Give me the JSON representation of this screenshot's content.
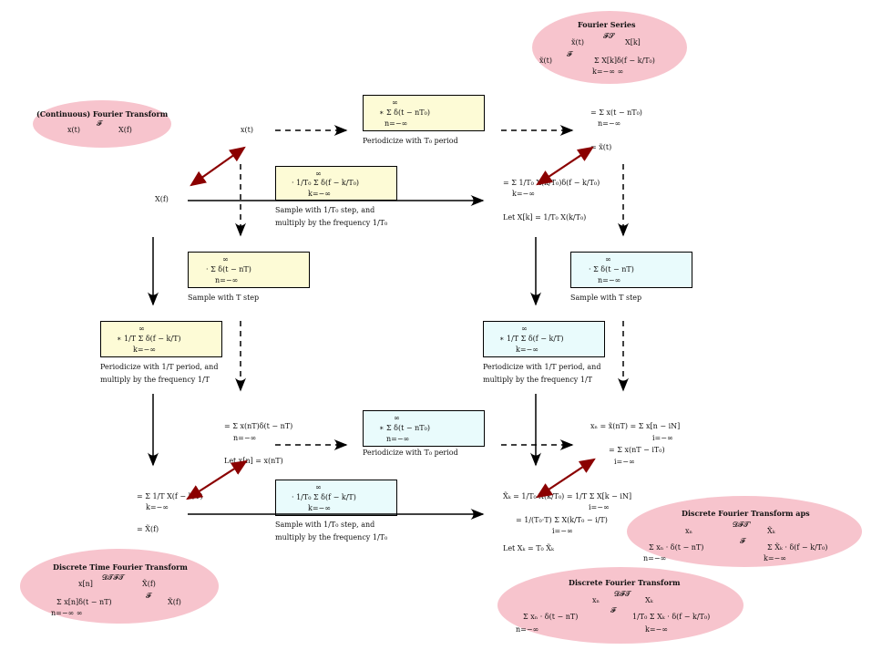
{
  "ellipses": {
    "fourier_series": {
      "title": "Fourier Series",
      "line1_left": "x̃(t)",
      "line1_op": "𝓕𝓢",
      "line1_right": "X[k]",
      "line2_left": "x̃(t)",
      "line2_op": "𝓕",
      "line2_right": "Σ X[k]δ(f − k/T₀)",
      "line2_limits": "k=−∞  ∞"
    },
    "cft": {
      "title": "(Continuous) Fourier Transform",
      "left": "x(t)",
      "op": "𝓕",
      "right": "X(f)"
    },
    "dtft": {
      "title": "Discrete Time Fourier Transform",
      "line1_left": "x[n]",
      "line1_op": "𝓓𝓣𝓕𝓣",
      "line1_right": "X̃(f)",
      "line2_left": "Σ x[n]δ(t − nT)",
      "line2_limits": "n=−∞  ∞",
      "line2_op": "𝓕",
      "line2_right": "X̃(f)"
    },
    "dft_aps": {
      "title": "Discrete Fourier Transform aps",
      "line1_left": "xₙ",
      "line1_op": "𝓓𝓕𝓣'",
      "line1_right": "X̃ₖ",
      "line2_left": "Σ xₙ · δ(t − nT)",
      "line2_op": "𝓕",
      "line2_right": "Σ X̃ₖ · δ(f − k/T₀)",
      "limits_n": "n=−∞",
      "limits_k": "k=−∞"
    },
    "dft": {
      "title": "Discrete Fourier Transform",
      "line1_left": "xₙ",
      "line1_op": "𝓓𝓕𝓣",
      "line1_right": "Xₖ",
      "line2_left": "Σ xₙ · δ(t − nT)",
      "line2_op": "𝓕",
      "line2_right": "1/T₀ Σ Xₖ · δ(f − k/T₀)",
      "limits_n": "n=−∞",
      "limits_k": "k=−∞"
    }
  },
  "nodes": {
    "xt": "x(t)",
    "Xf": "X(f)",
    "periodic_sum": "= Σ x(t − nT₀)",
    "periodic_sum_limits": "n=−∞",
    "eq_xtilde": "= x̃(t)",
    "sampled_spectrum": "= Σ 1/T₀ X(k/T₀)δ(f − k/T₀)",
    "sampled_spectrum_limits": "k=−∞",
    "let_Xk": "Let X[k] = 1/T₀ X(k/T₀)",
    "sampled_time": "= Σ x(nT)δ(t − nT)",
    "sampled_time_limits": "n=−∞",
    "let_xn": "Let x[n] = x(nT)",
    "xn_eq": "xₙ = x̃(nT) = Σ x[n − iN]",
    "xn_eq_limits": "i=−∞",
    "xn_eq2": "= Σ x(nT − iT₀)",
    "xn_eq2_limits": "i=−∞",
    "periodic_spec": "= Σ 1/T X(f − k/T)",
    "periodic_spec_limits": "k=−∞",
    "eq_Xtilde_f": "= X̃(f)",
    "Xk_eq": "X̃ₖ = 1/T₀ X(k/T₀) = 1/T Σ X[k − iN]",
    "Xk_eq_limits": "i=−∞",
    "Xk_eq2": "= 1/(T₀·T) Σ X(k/T₀ − i/T)",
    "Xk_eq2_limits": "i=−∞",
    "let_Xk2": "Let Xₖ = T₀ X̃ₖ"
  },
  "boxes": {
    "b1": {
      "formula": "∗ Σ δ(t − nT₀)",
      "limits": "n=−∞",
      "upper": "∞",
      "label": [
        "Periodicize with T₀ period"
      ]
    },
    "b2": {
      "formula": "· 1/T₀ Σ δ(f − k/T₀)",
      "limits": "k=−∞",
      "upper": "∞",
      "label": [
        "Sample with 1/T₀ step, and",
        "multiply by the frequency 1/T₀"
      ]
    },
    "b3": {
      "formula": "· Σ δ(t − nT)",
      "limits": "n=−∞",
      "upper": "∞",
      "label": [
        "Sample with T step"
      ]
    },
    "b4": {
      "formula": "· Σ δ(t − nT)",
      "limits": "n=−∞",
      "upper": "∞",
      "label": [
        "Sample with T step"
      ]
    },
    "b5": {
      "formula": "∗ 1/T Σ δ(f − k/T)",
      "limits": "k=−∞",
      "upper": "∞",
      "label": [
        "Periodicize with 1/T period, and",
        "multiply by the frequency 1/T"
      ]
    },
    "b6": {
      "formula": "∗ 1/T Σ δ(f − k/T)",
      "limits": "k=−∞",
      "upper": "∞",
      "label": [
        "Periodicize with 1/T period, and",
        "multiply by the frequency 1/T"
      ]
    },
    "b7": {
      "formula": "∗ Σ δ(t − nT₀)",
      "limits": "n=−∞",
      "upper": "∞",
      "label": [
        "Periodicize with T₀ period"
      ]
    },
    "b8": {
      "formula": "· 1/T₀ Σ δ(f − k/T)",
      "limits": "k=−∞",
      "upper": "∞",
      "label": [
        "Sample with 1/T₀ step, and",
        "multiply by the frequency 1/T₀"
      ]
    }
  },
  "colors": {
    "ellipse_fill": "#f7c4cd",
    "yellow_box": "#fdfbd6",
    "cyan_box": "#e9fbfc",
    "red_arrow": "#8b0000"
  }
}
